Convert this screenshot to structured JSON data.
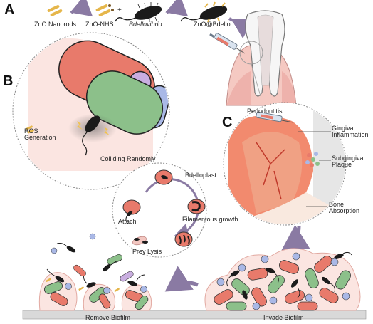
{
  "panels": {
    "a": "A",
    "b": "B",
    "c": "C"
  },
  "synthesis": {
    "nanorods": "ZnO Nanorods",
    "nhs": "ZnO-NHS",
    "plus": "+",
    "bdellovibrio": "Bdellovibrio",
    "product": "ZnO@Bdello"
  },
  "tooth": {
    "label": "Periodontitis"
  },
  "panel_b": {
    "ros": "ROS\nGeneration",
    "colliding": "Colliding Randomly"
  },
  "lifecycle": {
    "bdelloplast": "Bdelloplast",
    "filamentous": "Filamentous growth",
    "attach": "Attach",
    "prey_lysis": "Prey Lysis"
  },
  "panel_c": {
    "gingival": "Gingival\nInflammation",
    "plaque": "Subgingival\nPlaque",
    "bone": "Bone\nAbsorption"
  },
  "biofilm": {
    "remove": "Remove Biofilm",
    "invade": "Invade Biofilm"
  },
  "colors": {
    "arrow": "#8a7aa3",
    "bacteria_red": "#e87a6b",
    "bacteria_green": "#8cc08a",
    "bacteria_blue": "#a9b8e6",
    "gum": "#f2b9b4",
    "bdello": "#1b1b1b",
    "zno": "#e5b64a"
  }
}
